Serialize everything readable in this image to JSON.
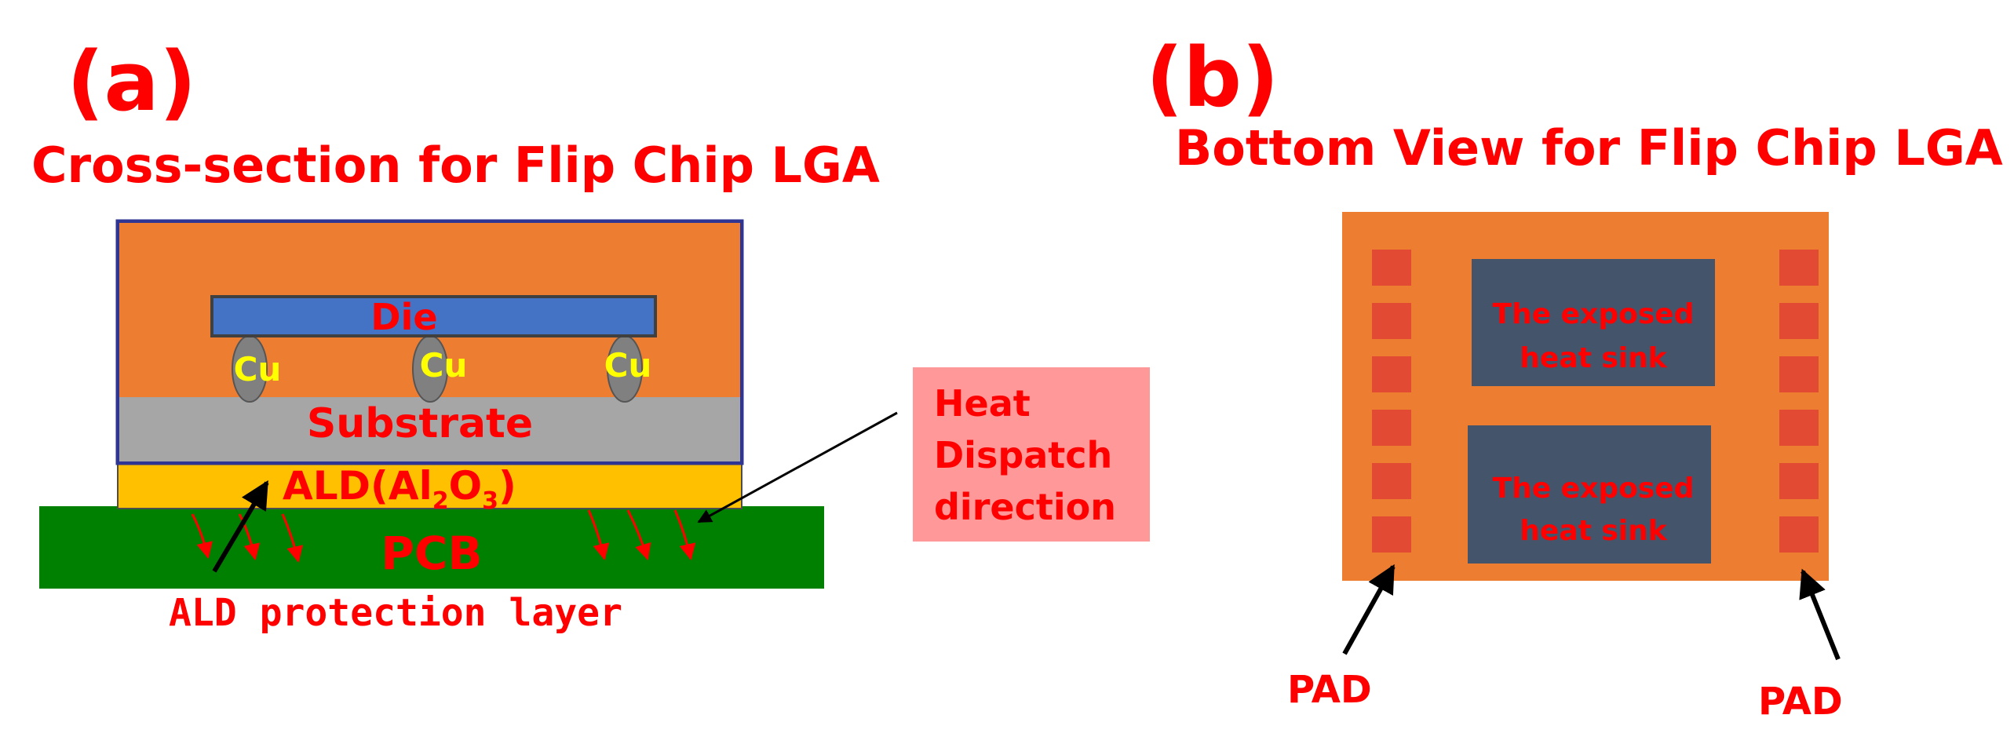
{
  "colors": {
    "label_red": "#ff0000",
    "mold_orange": "#ed7d31",
    "die_blue": "#4472c4",
    "bump_gray": "#808080",
    "substrate_gray": "#a6a6a6",
    "ald_yellow": "#ffc000",
    "pcb_green": "#008000",
    "outline_navy": "#2f3593",
    "callout_pink": "#ff9999",
    "pad_red": "#e34a33",
    "heatsink_slate": "#44546a",
    "cu_yellow": "#ffff00"
  },
  "panel_a": {
    "letter": "(a)",
    "title": "Cross-section for Flip Chip LGA",
    "die_label": "Die",
    "cu_labels": [
      "Cu",
      "Cu",
      "Cu"
    ],
    "substrate_label": "Substrate",
    "ald_label": {
      "prefix": "ALD(Al",
      "sub1": "2",
      "mid": "O",
      "sub2": "3",
      "suffix": ")"
    },
    "pcb_label": "PCB",
    "protection_label": "ALD protection layer",
    "callout_lines": [
      "Heat",
      "Dispatch",
      "direction"
    ]
  },
  "panel_b": {
    "letter": "(b)",
    "title": "Bottom View for Flip Chip LGA",
    "heatsinks": [
      {
        "line1": "The exposed",
        "line2": "heat sink"
      },
      {
        "line1": "The exposed",
        "line2": "heat sink"
      }
    ],
    "pad_label_left": "PAD",
    "pad_label_right": "PAD",
    "pads_per_column": 6
  }
}
